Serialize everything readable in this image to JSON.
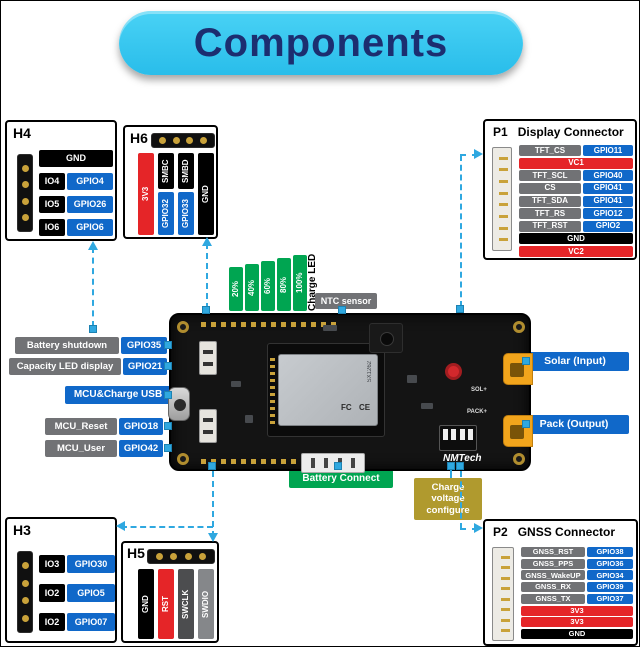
{
  "banner": {
    "title": "Components"
  },
  "h4": {
    "title": "H4",
    "rows": [
      {
        "l": "GND"
      },
      {
        "l": "IO4",
        "g": "GPIO4"
      },
      {
        "l": "IO5",
        "g": "GPIO26"
      },
      {
        "l": "IO6",
        "g": "GPIO6"
      }
    ]
  },
  "h6": {
    "title": "H6",
    "cols": [
      {
        "t": "3V3"
      },
      {
        "a": "SMBC",
        "b": "GPIO32"
      },
      {
        "a": "SMBD",
        "b": "GPIO33"
      },
      {
        "t": "GND"
      }
    ]
  },
  "p1": {
    "name": "P1",
    "subtitle": "Display Connector",
    "rows": [
      {
        "l": "TFT_CS",
        "g": "GPIO11"
      },
      {
        "l": "VC1"
      },
      {
        "l": "TFT_SCL",
        "g": "GPIO40"
      },
      {
        "l": "CS",
        "g": "GPIO41"
      },
      {
        "l": "TFT_SDA",
        "g": "GPIO41"
      },
      {
        "l": "TFT_RS",
        "g": "GPIO12"
      },
      {
        "l": "TFT_RST",
        "g": "GPIO2"
      },
      {
        "l": "GND"
      },
      {
        "l": "VC2"
      }
    ]
  },
  "h3": {
    "title": "H3",
    "rows": [
      {
        "l": "IO3",
        "g": "GPIO30"
      },
      {
        "l": "IO2",
        "g": "GPIO5"
      },
      {
        "l": "IO2",
        "g": "GPIO07"
      }
    ]
  },
  "h5": {
    "title": "H5",
    "cols": [
      {
        "t": "GND"
      },
      {
        "t": "RST"
      },
      {
        "t": "SWCLK"
      },
      {
        "t": "SWDIO"
      }
    ]
  },
  "p2": {
    "name": "P2",
    "subtitle": "GNSS Connector",
    "rows": [
      {
        "l": "GNSS_RST",
        "g": "GPIO38"
      },
      {
        "l": "GNSS_PPS",
        "g": "GPIO36"
      },
      {
        "l": "GNSS_WakeUP",
        "g": "GPIO34"
      },
      {
        "l": "GNSS_RX",
        "g": "GPIO39"
      },
      {
        "l": "GNSS_TX",
        "g": "GPIO37"
      },
      {
        "l": "3V3"
      },
      {
        "l": "3V3"
      },
      {
        "l": "GND"
      }
    ]
  },
  "left": {
    "battery_shutdown": {
      "l": "Battery shutdown",
      "g": "GPIO35"
    },
    "capacity_led": {
      "l": "Capacity LED display",
      "g": "GPIO21"
    },
    "usb": "MCU&Charge USB",
    "mcu_reset": {
      "l": "MCU_Reset",
      "g": "GPIO18"
    },
    "mcu_user": {
      "l": "MCU_User",
      "g": "GPIO42"
    }
  },
  "right": {
    "solar": "Solar (Input)",
    "pack": "Pack (Output)"
  },
  "bottom": {
    "battery_connect": "Battery Connect",
    "charge_cfg": "Charge voltage configure"
  },
  "charge": {
    "label": "Charge LED",
    "levels": [
      "20%",
      "40%",
      "60%",
      "80%",
      "100%"
    ]
  },
  "ntc": "NTC sensor",
  "board": {
    "brand": "NMTech",
    "sol": "SOL+",
    "pack": "PACK+",
    "fcc": "FC",
    "ce": "CE",
    "module": "SX1262"
  },
  "colors": {
    "accent_cyan": "#35c5ee",
    "navy": "#1c2e70",
    "gpio_blue": "#1068c9",
    "label_gray": "#717275",
    "power_red": "#e52528",
    "green": "#00a551",
    "olive": "#b09a2e",
    "line_blue": "#2fa8e0"
  }
}
